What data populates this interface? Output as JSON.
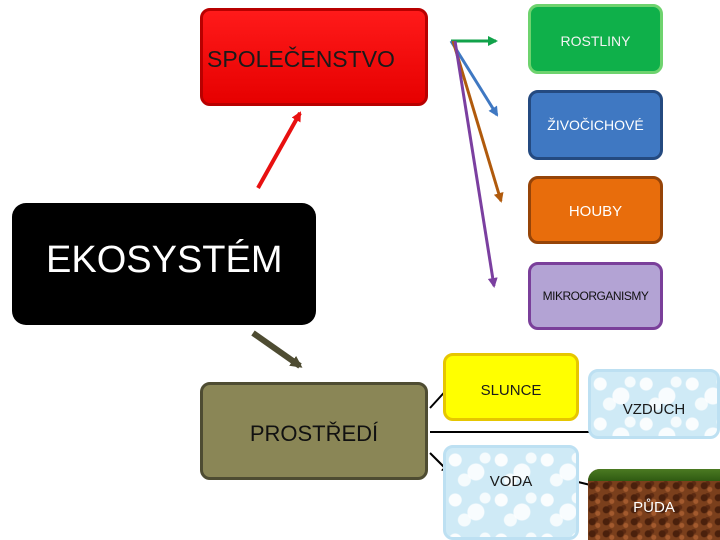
{
  "center": {
    "label": "EKOSYSTÉM"
  },
  "society": {
    "label": "SPOLEČENSTVO"
  },
  "organisms": [
    {
      "label": "ROSTLINY",
      "color": "#0fb04a"
    },
    {
      "label": "ŽIVOČICHOVÉ",
      "color": "#3f78c2"
    },
    {
      "label": "HOUBY",
      "color": "#e86d0c"
    },
    {
      "label": "MIKROORGANISMY",
      "color": "#b3a3d4"
    }
  ],
  "environment": {
    "label": "PROSTŘEDÍ"
  },
  "factors": [
    {
      "label": "SLUNCE"
    },
    {
      "label": "VZDUCH"
    },
    {
      "label": "VODA"
    },
    {
      "label": "PŮDA"
    }
  ],
  "arrow_colors": {
    "society": "#e81010",
    "environment": "#4e4c32",
    "plants": "#11a24a",
    "animals": "#3f78c2",
    "fungi": "#b05a0c",
    "microbes": "#7b3fa0",
    "factors": "#000000"
  }
}
